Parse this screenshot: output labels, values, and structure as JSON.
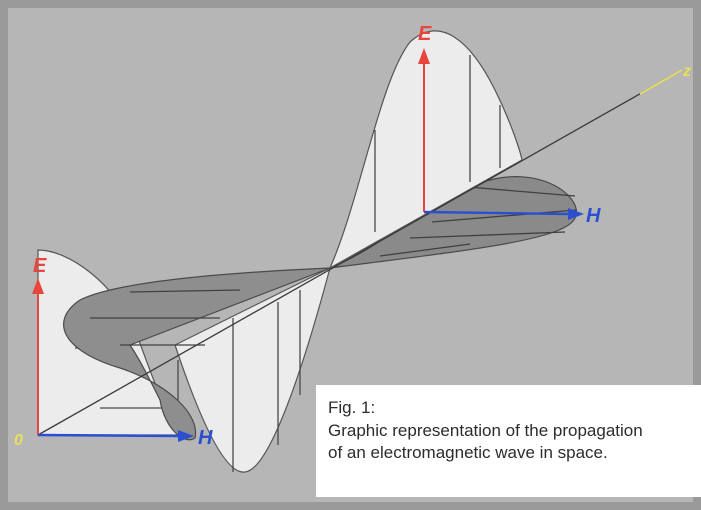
{
  "figure": {
    "labels": {
      "e_top": "E",
      "h_right": "H",
      "e_left": "E",
      "h_bottom": "H",
      "origin": "0",
      "z_axis": "z"
    }
  },
  "caption": {
    "title": "Fig. 1:",
    "line1": "Graphic representation of the propagation",
    "line2": "of an electromagnetic wave in space."
  },
  "colors": {
    "background_panel": "#b6b6b6",
    "wave_fill_light": "#eaeaea",
    "wave_fill_dark": "#858585",
    "e_field": "#e8463c",
    "h_field": "#2a4fd0",
    "label_yellow": "#e6e05a"
  }
}
